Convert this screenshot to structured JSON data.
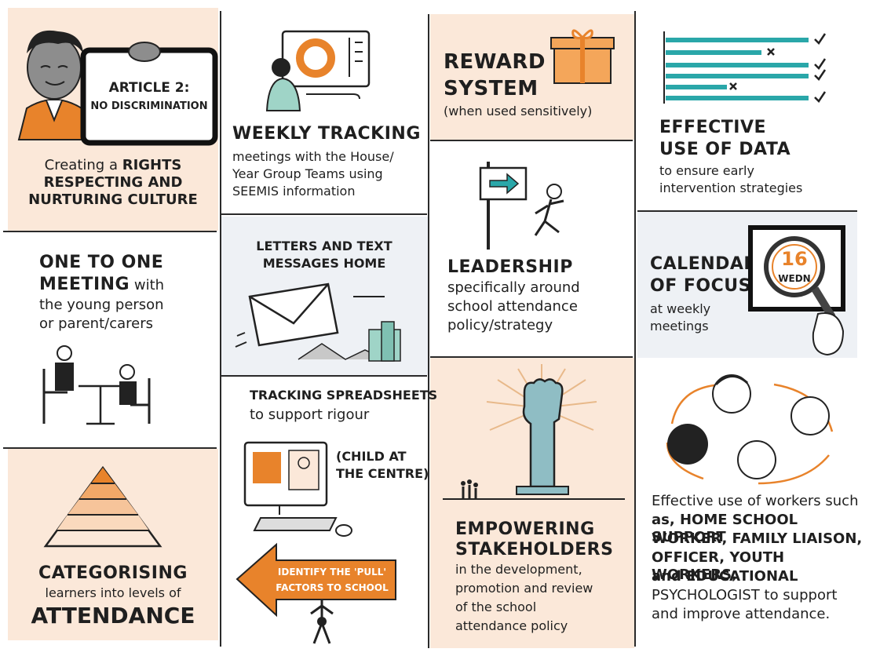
{
  "colors": {
    "peach": "#fbe8d9",
    "grey": "#eef1f5",
    "orange": "#e8832b",
    "teal": "#2aa7a9",
    "ink": "#1f1f1f"
  },
  "article": {
    "sign_line1": "ARTICLE 2:",
    "sign_line2": "NO DISCRIMINATION",
    "caption_prefix": "Creating a ",
    "caption_bold1": "RIGHTS",
    "caption_bold2": "RESPECTING AND",
    "caption_bold3": "NURTURING CULTURE"
  },
  "weekly": {
    "title": "WEEKLY TRACKING",
    "line1": "meetings with the House/",
    "line2": "Year Group Teams using",
    "line3": "SEEMIS information"
  },
  "reward": {
    "title1": "REWARD",
    "title2": "SYSTEM",
    "subtitle": "(when used sensitively)"
  },
  "data_use": {
    "title1": "EFFECTIVE",
    "title2": "USE OF DATA",
    "line1": "to ensure early",
    "line2": "intervention strategies"
  },
  "one_to_one": {
    "title1": "ONE TO ONE",
    "title2": "MEETING",
    "title2_rest": " with",
    "line1": "the young person",
    "line2": "or parent/carers"
  },
  "letters": {
    "title1": "LETTERS AND TEXT",
    "title2": "MESSAGES HOME"
  },
  "leadership": {
    "title": "LEADERSHIP",
    "line1": "specifically around",
    "line2": "school attendance",
    "line3": "policy/strategy"
  },
  "calendar": {
    "title1": "CALENDAR",
    "title2": "OF FOCUS",
    "line1": "at weekly",
    "line2": "meetings",
    "day_number": "16",
    "day_label": "WEDN"
  },
  "tracking": {
    "title1": "TRACKING SPREADSHEETS",
    "title2": "to support rigour",
    "note1": "(CHILD AT",
    "note2": "THE CENTRE)",
    "arrow1": "IDENTIFY THE 'PULL'",
    "arrow2": "FACTORS TO SCHOOL"
  },
  "categorising": {
    "title": "CATEGORISING",
    "line1": "learners into levels of",
    "big": "ATTENDANCE"
  },
  "empowering": {
    "title1": "EMPOWERING",
    "title2": "STAKEHOLDERS",
    "line1": "in the development,",
    "line2": "promotion and review",
    "line3": "of the school",
    "line4": "attendance policy"
  },
  "workers": {
    "line1": "Effective use of workers such",
    "line2": "as, HOME SCHOOL SUPPORT",
    "line3": "WORKER, FAMILY LIAISON,",
    "line4": "OFFICER, YOUTH WORKERS,",
    "line5": "and EDUCATIONAL",
    "line6": "PSYCHOLOGIST to support",
    "line7": "and improve attendance."
  }
}
